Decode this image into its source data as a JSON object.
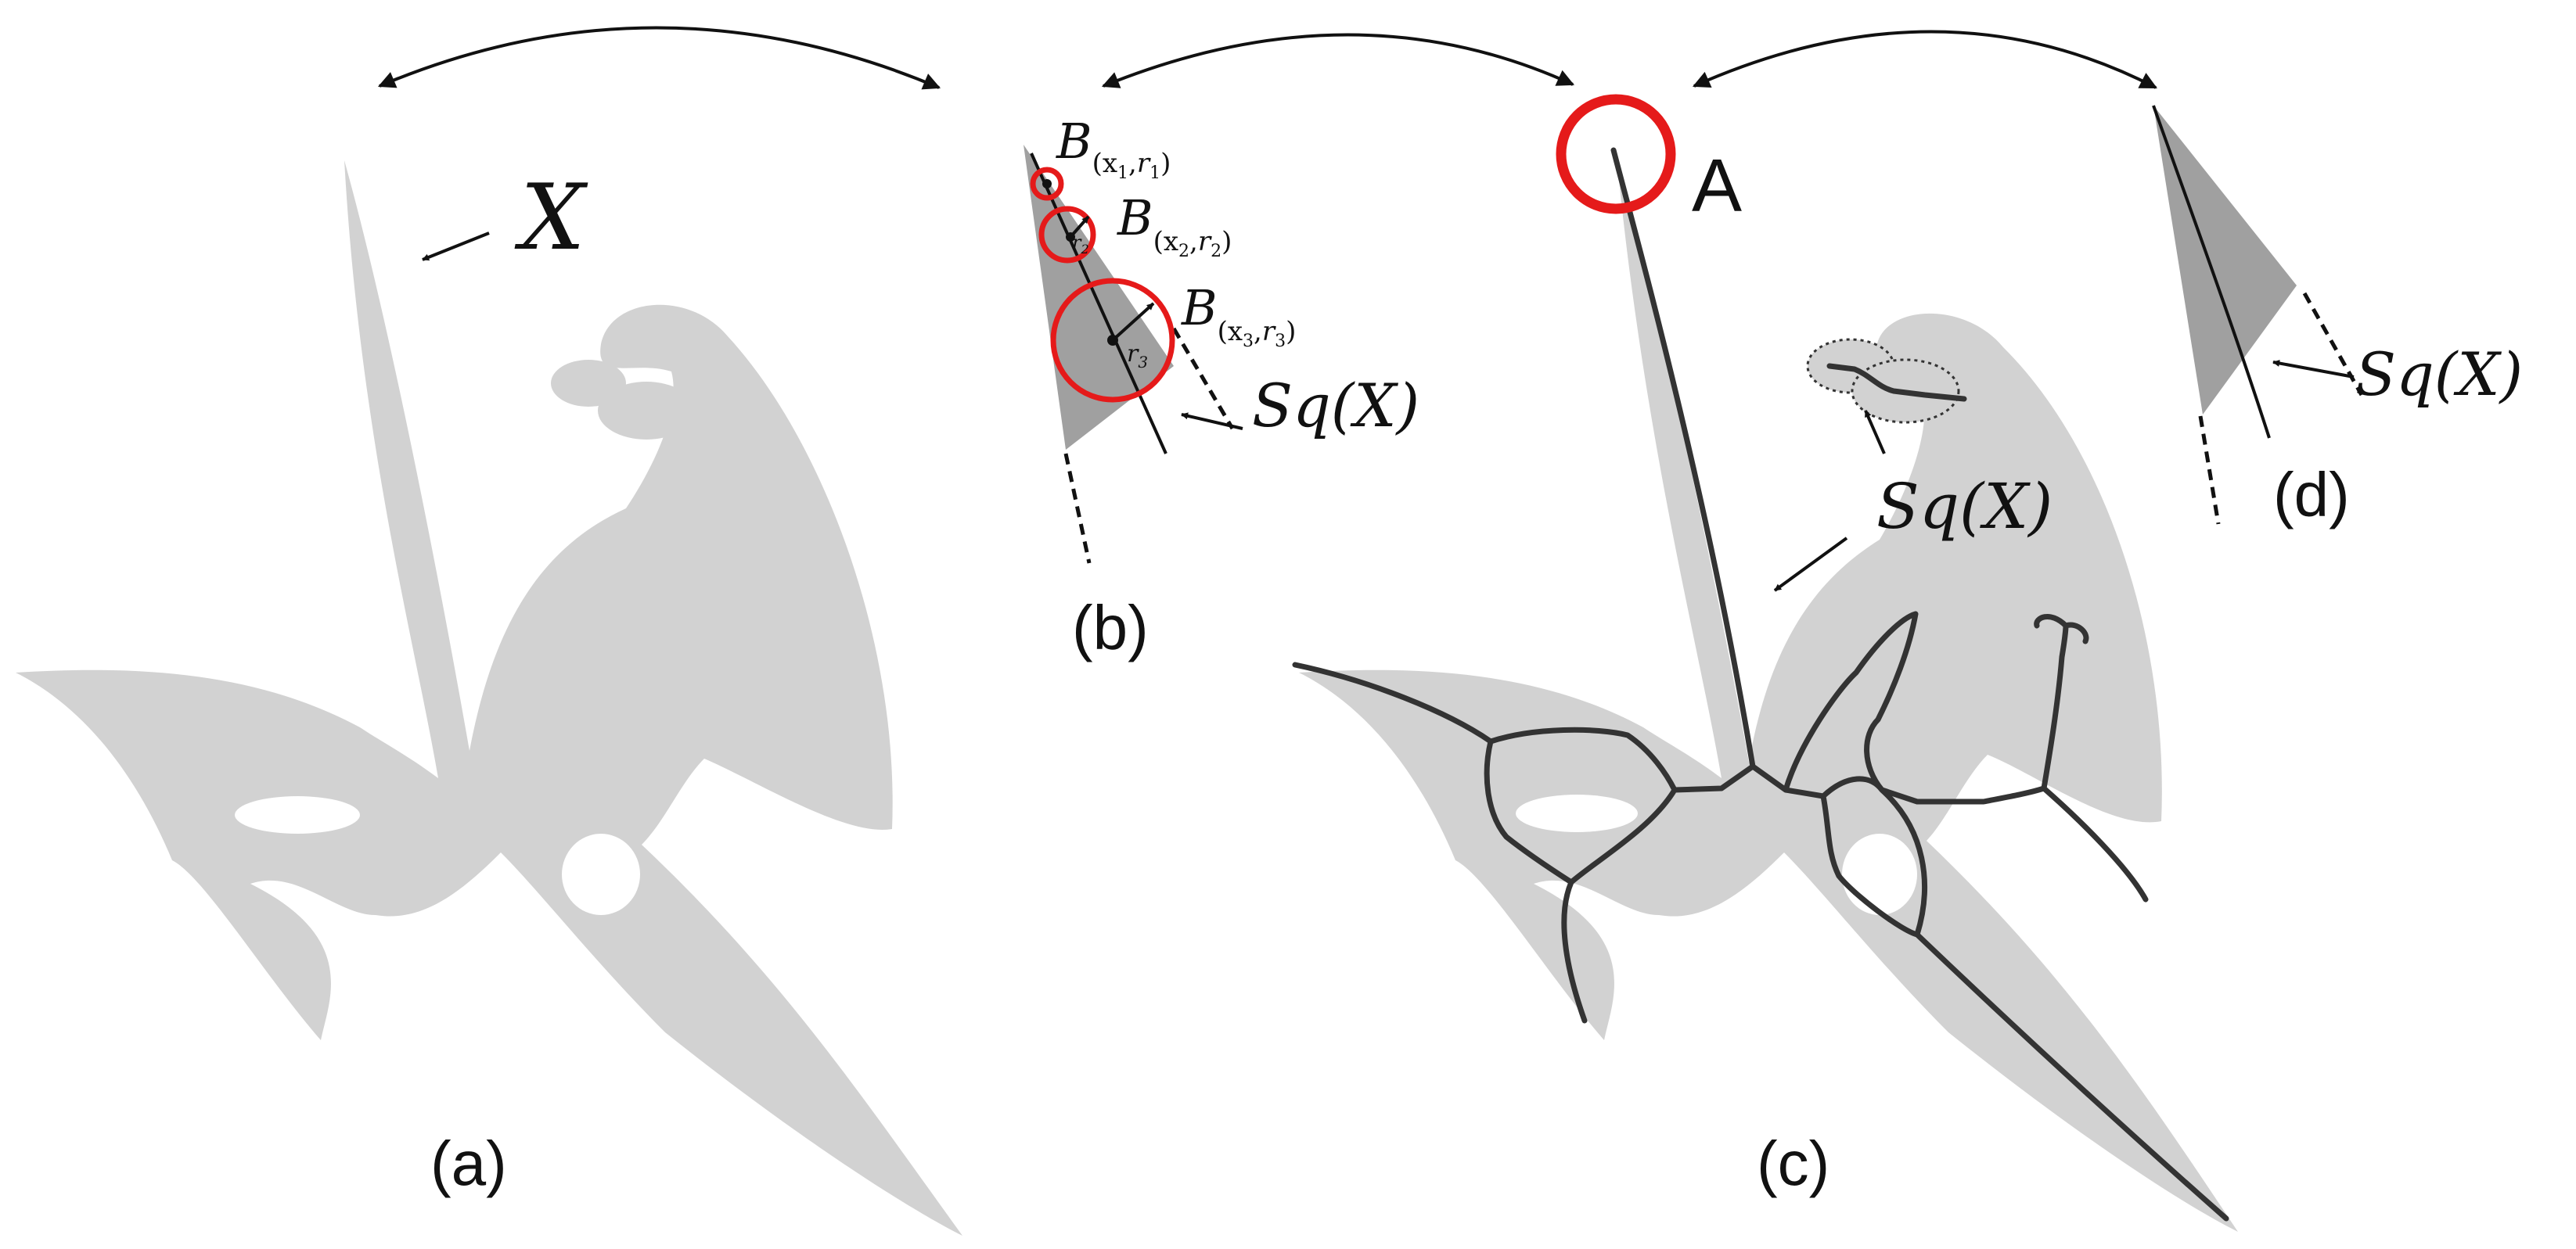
{
  "panels": {
    "a": {
      "label": "(a)",
      "shape_label": "X"
    },
    "b": {
      "label": "(b)",
      "balls": [
        {
          "symbol": "B",
          "center": "x",
          "center_index": "1",
          "radius": "r",
          "radius_index": "1"
        },
        {
          "symbol": "B",
          "center": "x",
          "center_index": "2",
          "radius": "r",
          "radius_index": "2"
        },
        {
          "symbol": "B",
          "center": "x",
          "center_index": "3",
          "radius": "r",
          "radius_index": "3"
        }
      ],
      "radius_marks": [
        {
          "symbol": "r",
          "index": "2"
        },
        {
          "symbol": "r",
          "index": "3"
        }
      ],
      "skeleton_label": "Sq(X)"
    },
    "c": {
      "label": "(c)",
      "region_label": "A",
      "skeleton_label": "Sq(X)"
    },
    "d": {
      "label": "(d)",
      "skeleton_label": "Sq(X)"
    }
  },
  "colors": {
    "shape": "#d2d2d2",
    "shape_dark": "#a0a0a0",
    "skeleton": "#333333",
    "highlight": "#e51a1a"
  },
  "comma": ",",
  "open_paren": "(",
  "close_paren": ")"
}
